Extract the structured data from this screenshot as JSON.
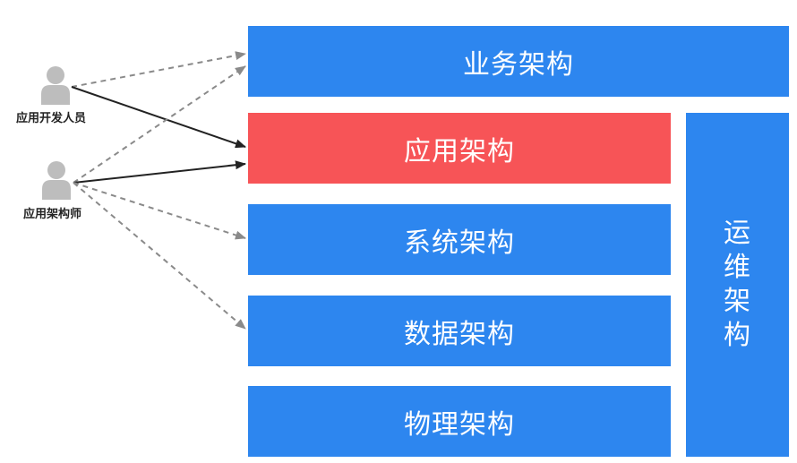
{
  "actors": {
    "developer": {
      "label": "应用开发人员",
      "icon": "person-icon"
    },
    "architect": {
      "label": "应用架构师",
      "icon": "person-icon"
    }
  },
  "layers": {
    "business": "业务架构",
    "application": "应用架构",
    "system": "系统架构",
    "data": "数据架构",
    "physical": "物理架构",
    "operations": [
      "运",
      "维",
      "架",
      "构"
    ]
  },
  "colors": {
    "layer_blue": "#2d86ef",
    "layer_highlight_red": "#f75457",
    "arrow_solid": "#222222",
    "arrow_dashed": "#8a8a8a",
    "person_gray": "#bdbdbd"
  }
}
